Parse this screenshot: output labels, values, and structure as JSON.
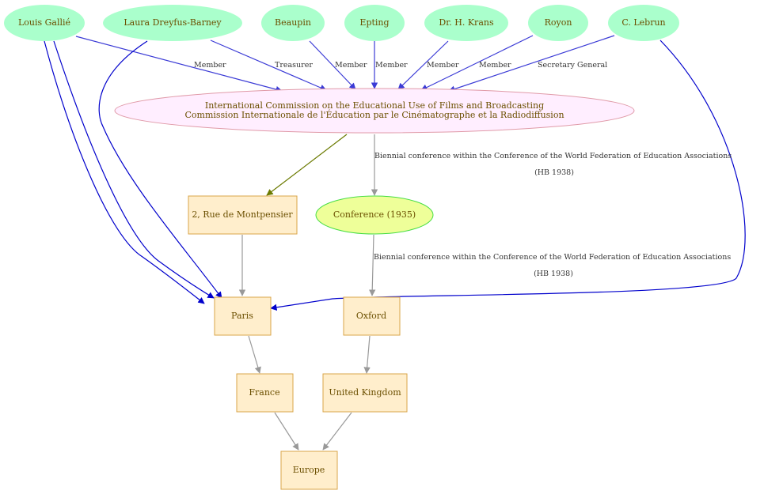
{
  "colors": {
    "person_fill": "#aaffcc",
    "org_fill": "#ffeeff",
    "org_stroke": "#e09aa8",
    "event_fill": "#eeff99",
    "event_stroke": "#44dd44",
    "place_fill": "#ffeecc",
    "place_stroke": "#d9a54a",
    "member_edge": "#3b3bd6",
    "person_place_edge": "#0000cc",
    "olive_edge": "#6b7a00",
    "gray_edge": "#999999",
    "label_text": "#6b4f00"
  },
  "persons": {
    "gallie": "Louis Gallié",
    "dreyfus": "Laura Dreyfus-Barney",
    "beaupin": "Beaupin",
    "epting": "Epting",
    "krans": "Dr. H. Krans",
    "royon": "Royon",
    "lebrun": "C. Lebrun"
  },
  "org": {
    "line1": "International Commission on the Educational Use of Films and Broadcasting",
    "line2": "Commission Internationale de l'Éducation par le Cinématographe et la Radiodiffusion"
  },
  "event": {
    "conference": "Conference (1935)"
  },
  "places": {
    "rue": "2, Rue de Montpensier",
    "paris": "Paris",
    "oxford": "Oxford",
    "france": "France",
    "uk": "United Kingdom",
    "europe": "Europe"
  },
  "edge_labels": {
    "member": "Member",
    "treasurer": "Treasurer",
    "secretary_general": "Secretary General",
    "biennial": "Biennial conference  within the Conference of the World Federation of Education Associations",
    "hb": "(HB 1938)"
  }
}
